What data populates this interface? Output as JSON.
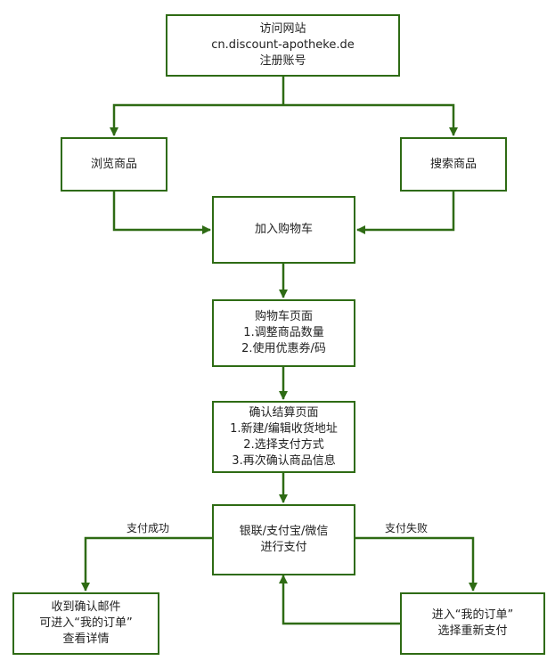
{
  "colors": {
    "stroke": "#2e6b14",
    "text": "#222222",
    "background": "#ffffff"
  },
  "nodes": {
    "visit": {
      "lines": [
        "访问网站",
        "cn.discount-apotheke.de",
        "注册账号"
      ]
    },
    "browse": {
      "lines": [
        "浏览商品"
      ]
    },
    "search": {
      "lines": [
        "搜索商品"
      ]
    },
    "add_cart": {
      "lines": [
        "加入购物车"
      ]
    },
    "cart_page": {
      "lines": [
        "购物车页面",
        "1.调整商品数量",
        "2.使用优惠券/码"
      ]
    },
    "checkout": {
      "lines": [
        "确认结算页面",
        "1.新建/编辑收货地址",
        "2.选择支付方式",
        "3.再次确认商品信息"
      ]
    },
    "payment": {
      "lines": [
        "银联/支付宝/微信",
        "进行支付"
      ]
    },
    "confirm_mail": {
      "lines": [
        "收到确认邮件",
        "可进入“我的订单”",
        "查看详情"
      ]
    },
    "my_orders": {
      "lines": [
        "进入“我的订单”",
        "选择重新支付"
      ]
    }
  },
  "edge_labels": {
    "success": "支付成功",
    "failure": "支付失败"
  }
}
